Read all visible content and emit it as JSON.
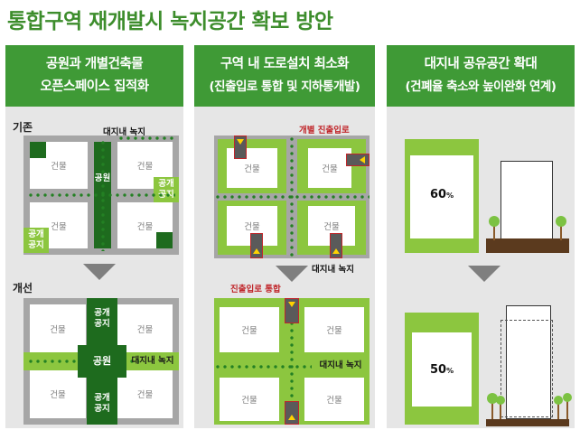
{
  "title": "통합구역 재개발시 녹지공간 확보 방안",
  "columns": [
    {
      "heading_line1": "공원과 개별건축물",
      "heading_line2": "오픈스페이스 집적화",
      "before_label": "기존",
      "after_label": "개선",
      "building": "건물",
      "park": "공원",
      "public_space": "공개\n공지",
      "public_space_l1": "공개",
      "public_space_l2": "공지",
      "on_site_green": "대지내 녹지"
    },
    {
      "heading_line1": "구역 내 도로설치 최소화",
      "heading_line2": "(진출입로 통합 및 지하통개발)",
      "building": "건물",
      "individual_entry": "개별 진출입로",
      "on_site_green": "대지내 녹지",
      "entry_merge": "진출입로 통합"
    },
    {
      "heading_line1": "대지내 공유공간 확대",
      "heading_line2": "(건폐율 축소와 높이완화 연계)",
      "coverage_before": "60",
      "coverage_after": "50",
      "unit": "%"
    }
  ],
  "colors": {
    "title_green": "#3d8d2c",
    "header_green": "#3f9a36",
    "light_green": "#8cc63f",
    "dark_green": "#1e6b1e",
    "road_gray": "#a6a6a6",
    "accent_red": "#c0262a",
    "soil_brown": "#5b3a1e"
  }
}
